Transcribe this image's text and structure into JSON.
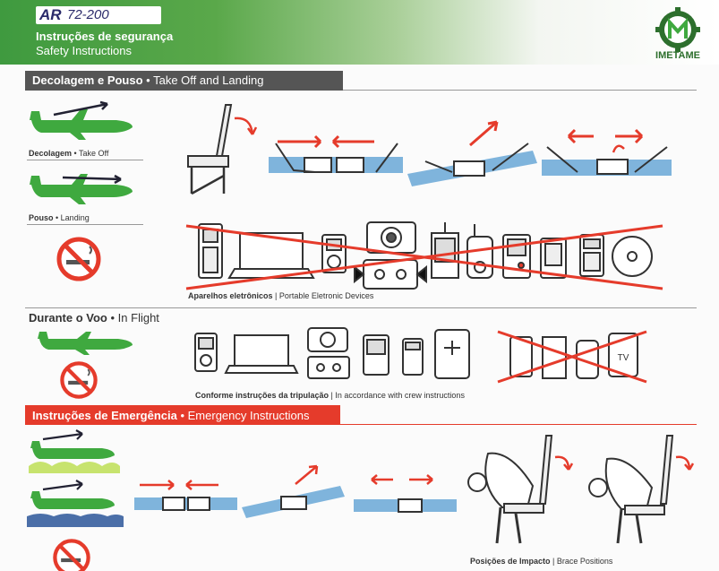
{
  "header": {
    "model_prefix": "AR",
    "model_number": "72-200",
    "title_pt": "Instruções de segurança",
    "title_en": "Safety Instructions",
    "logo_text": "IMETAME"
  },
  "sections": {
    "takeoff": {
      "title_pt": "Decolagem e Pouso",
      "title_en": "Take Off and Landing"
    },
    "flight": {
      "title_pt": "Durante o Voo",
      "title_en": "In Flight"
    },
    "emergency": {
      "title_pt": "Instruções de Emergência",
      "title_en": "Emergency Instructions"
    }
  },
  "labels": {
    "takeoff_pt": "Decolagem",
    "takeoff_en": "Take Off",
    "landing_pt": "Pouso",
    "landing_en": "Landing",
    "devices_pt": "Aparelhos eletrônicos",
    "devices_en": "Portable Eletronic Devices",
    "crew_pt": "Conforme instruções da tripulação",
    "crew_en": "In accordance with crew instructions",
    "brace_pt": "Posições de Impacto",
    "brace_en": "Brace Positions",
    "tv": "TV"
  },
  "colors": {
    "green": "#3fa93f",
    "red": "#e53b2b",
    "blue_band": "#7fb4dc",
    "dark_bar": "#555555"
  },
  "icons": [
    "plane-icon",
    "seat-icon",
    "seatbelt-icon",
    "no-smoking-icon",
    "phone-icon",
    "laptop-icon",
    "camera-icon",
    "music-player-icon",
    "radio-icon",
    "cassette-icon",
    "calculator-icon",
    "game-icon",
    "cd-icon",
    "walkie-talkie-icon",
    "tv-icon",
    "brace-position-icon"
  ]
}
